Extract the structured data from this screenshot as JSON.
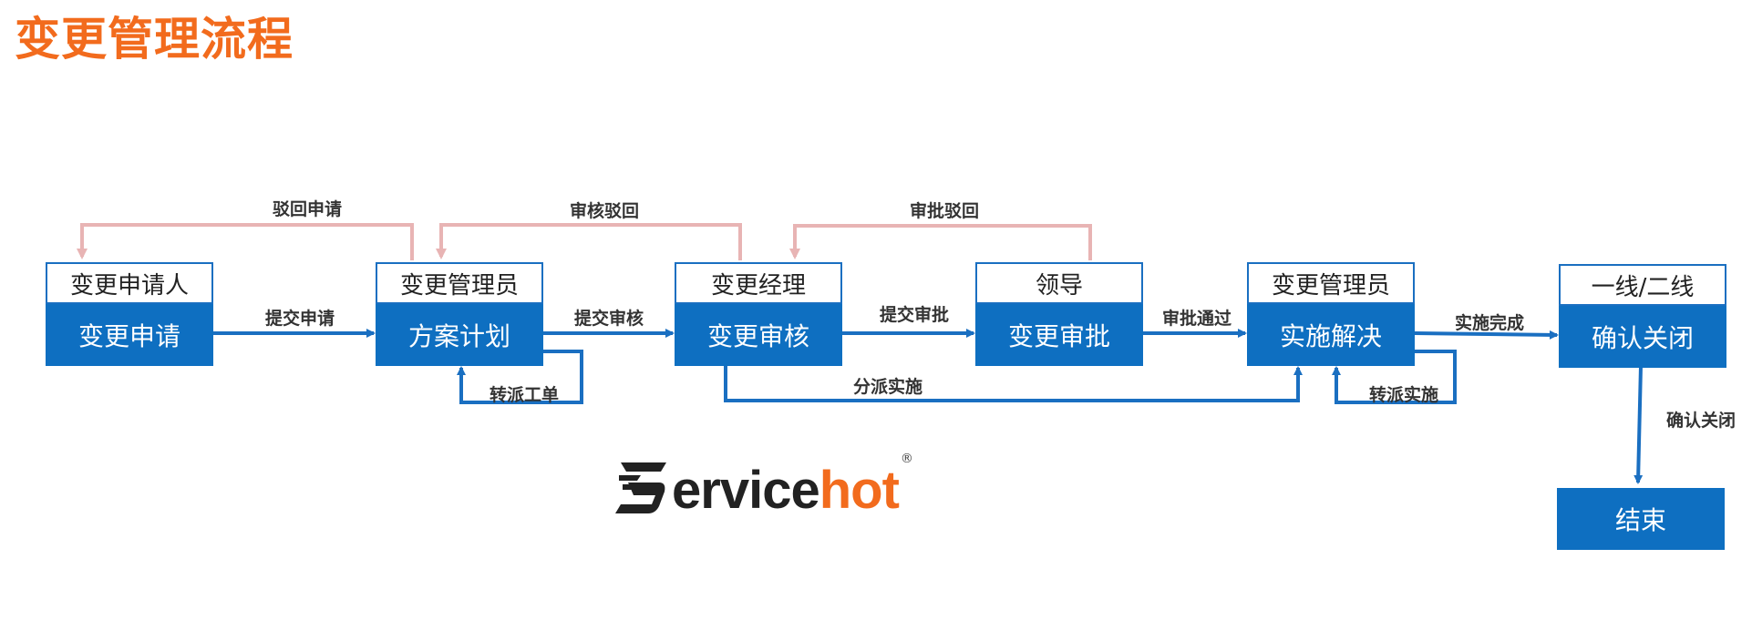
{
  "title": "变更管理流程",
  "colors": {
    "title": "#f26b1d",
    "box": "#0e6fc1",
    "arrow": "#1a6fc1",
    "reject": "#e8b4b4"
  },
  "steps": [
    {
      "role": "变更申请人",
      "label": "变更申请"
    },
    {
      "role": "变更管理员",
      "label": "方案计划"
    },
    {
      "role": "变更经理",
      "label": "变更审核"
    },
    {
      "role": "领导",
      "label": "变更审批"
    },
    {
      "role": "变更管理员",
      "label": "实施解决"
    },
    {
      "role": "一线/二线",
      "label": "确认关闭"
    }
  ],
  "end_label": "结束",
  "forward_labels": [
    "提交申请",
    "提交审核",
    "提交审批",
    "审批通过",
    "实施完成"
  ],
  "reject_labels": [
    "驳回申请",
    "审核驳回",
    "审批驳回"
  ],
  "loop_labels": {
    "reassign_plan": "转派工单",
    "dispatch": "分派实施",
    "reassign_impl": "转派实施",
    "confirm_close": "确认关闭"
  },
  "logo": {
    "text_dark": "ervice",
    "text_orange": "hot",
    "reg": "®"
  }
}
